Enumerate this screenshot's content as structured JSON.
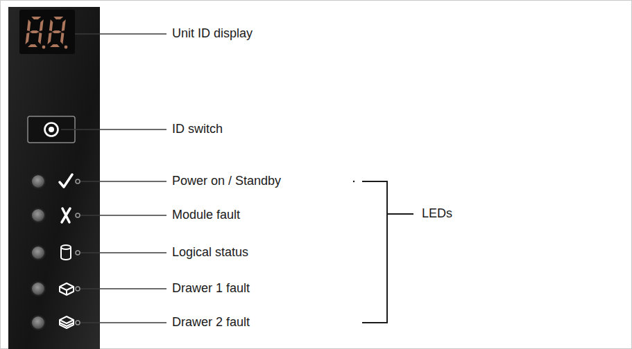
{
  "diagram": {
    "labels": [
      "Unit ID display",
      "ID switch",
      "Power on / Standby",
      "Module fault",
      "Logical status",
      "Drawer 1 fault",
      "Drawer 2 fault",
      "LEDs"
    ]
  }
}
